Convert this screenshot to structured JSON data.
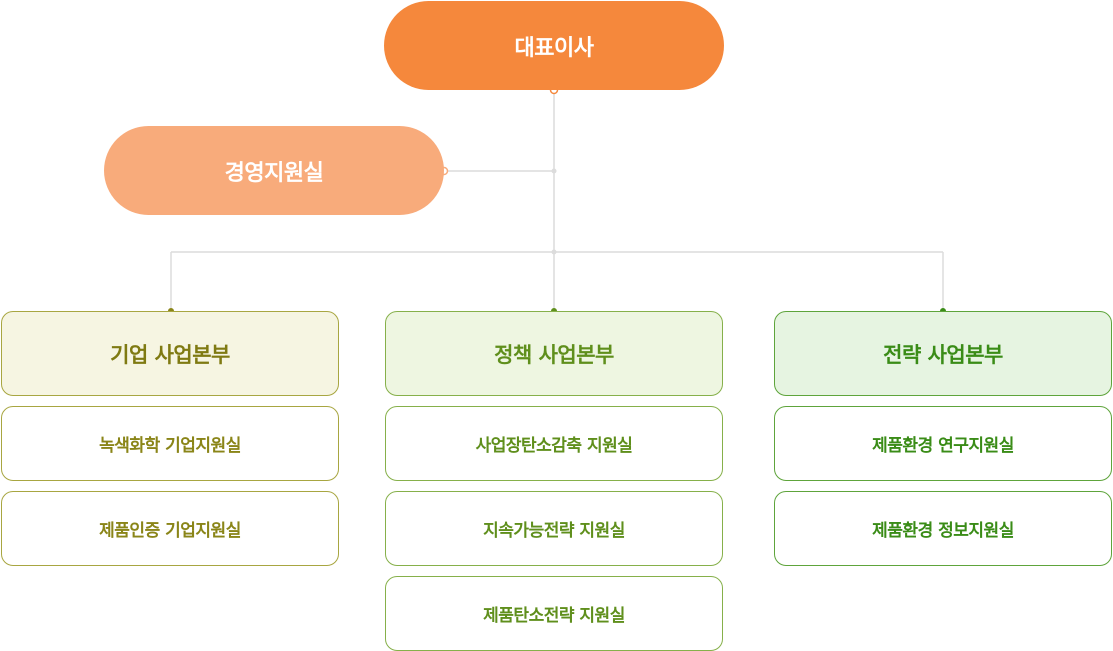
{
  "top": {
    "ceo": "대표이사",
    "management_office": "경영지원실"
  },
  "divisions": [
    {
      "name": "기업 사업본부",
      "offices": [
        "녹색화학 기업지원실",
        "제품인증 기업지원실"
      ]
    },
    {
      "name": "정책 사업본부",
      "offices": [
        "사업장탄소감축 지원실",
        "지속가능전략 지원실",
        "제품탄소전략 지원실"
      ]
    },
    {
      "name": "전략 사업본부",
      "offices": [
        "제품환경 연구지원실",
        "제품환경 정보지원실"
      ]
    }
  ],
  "colors": {
    "ceo": "#f5883c",
    "management_office": "#f8ab7b",
    "division_1": "#7f7a12",
    "division_2": "#5f8f1c",
    "division_3": "#3a8c17",
    "connector": "#dcdcdc"
  }
}
